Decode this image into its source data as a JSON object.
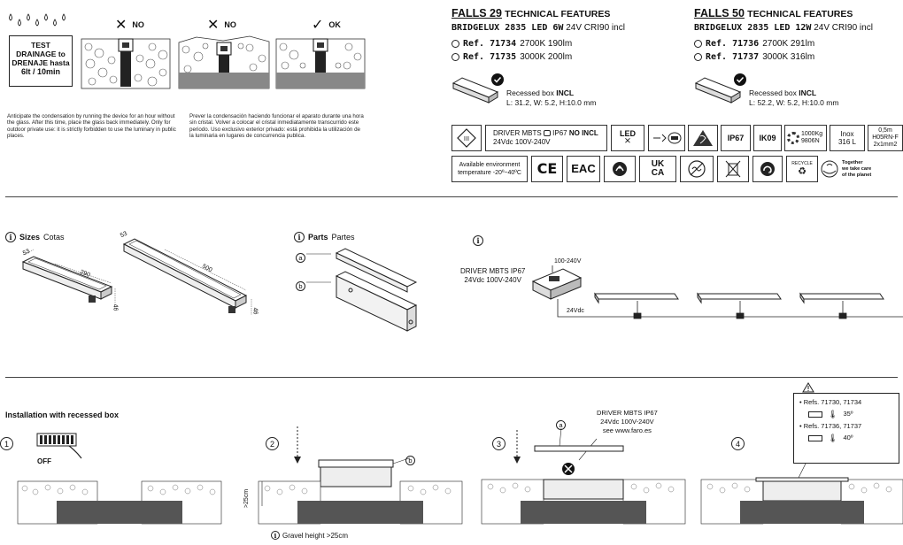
{
  "drainage": {
    "test_box": [
      "TEST",
      "DRAINAGE to",
      "DRENAJE hasta",
      "6lt / 10min"
    ],
    "no_label_1": "NO",
    "no_label_2": "NO",
    "ok_label": "OK",
    "note_en": "Anticipate the condensation by running the device for an hour without the glass. After this time, place the glass back immediately. Only for outdoor private use: it is strictly forbidden to use the luminary in public places.",
    "note_es": "Prever la condensación haciendo funcionar el aparato durante una hora sin cristal. Volver a colocar el cristal inmediatamente transcurrido este periodo. Uso exclusivo exterior privado: está prohibida la utilización de la luminaria en lugares de concurrencia publica."
  },
  "falls29": {
    "model": "FALLS 29",
    "title_suffix": "TECHNICAL FEATURES",
    "led_line_bold": "BRIDGELUX 2835 LED 6W",
    "led_line_rest": "24V CRI90 incl",
    "refs": [
      {
        "ref": "Ref. 71734",
        "spec": "2700K 190lm"
      },
      {
        "ref": "Ref. 71735",
        "spec": "3000K 200lm"
      }
    ],
    "box_label": "Recessed box",
    "box_incl": "INCL",
    "box_dims": "L: 31.2, W: 5.2, H:10.0 mm"
  },
  "falls50": {
    "model": "FALLS 50",
    "title_suffix": "TECHNICAL FEATURES",
    "led_line_bold": "BRIDGELUX 2835 LED 12W",
    "led_line_rest": "24V CRI90 incl",
    "refs": [
      {
        "ref": "Ref. 71736",
        "spec": "2700K 291lm"
      },
      {
        "ref": "Ref. 71737",
        "spec": "3000K 316lm"
      }
    ],
    "box_label": "Recessed box",
    "box_incl": "INCL",
    "box_dims": "L: 52.2, W: 5.2, H:10.0 mm"
  },
  "icons": {
    "driver_line1": "DRIVER MBTS",
    "driver_ip": "IP67",
    "driver_noincl": "NO INCL",
    "driver_line2": "24Vdc 100V-240V",
    "led": "LED",
    "ip": "IP67",
    "ik": "IK09",
    "load_top": "1000Kg",
    "load_bottom": "9806N",
    "inox_top": "Inox",
    "inox_bottom": "316 L",
    "cable_top": "0,5m",
    "cable_mid": "H05RN-F",
    "cable_bottom": "2x1mm2",
    "env_line1": "Available environment",
    "env_line2": "temperature -20º~40ºC",
    "ce": "CE",
    "eac": "EAC",
    "ukca_top": "UK",
    "ukca_bottom": "CA",
    "recycle": "RECYCLE",
    "planet": [
      "Together",
      "we take care",
      "of the planet"
    ]
  },
  "sizes": {
    "label_bold": "Sizes",
    "label_rest": "Cotas",
    "small_w": "53",
    "small_l": "290",
    "small_h": "46",
    "large_w": "53",
    "large_l": "500",
    "large_h": "46"
  },
  "parts": {
    "label_bold": "Parts",
    "label_rest": "Partes",
    "a": "a",
    "b": "b"
  },
  "wiring": {
    "driver_label": [
      "DRIVER MBTS IP67",
      "24Vdc 100V-240V"
    ],
    "mains": "100-240V",
    "dc": "24Vdc"
  },
  "install": {
    "title": "Installation with recessed box",
    "steps": [
      "1",
      "2",
      "3",
      "4"
    ],
    "off": "OFF",
    "b": "b",
    "a": "a",
    "height": ">25cm",
    "gravel": "Gravel height >25cm",
    "driver_note": [
      "DRIVER MBTS IP67",
      "24Vdc 100V-240V",
      "see www.faro.es"
    ],
    "driver_url": "www.faro.es",
    "callout_refs1": "Refs. 71730, 71734",
    "callout_deg1": "35º",
    "callout_refs2": "Refs. 71736, 71737",
    "callout_deg2": "40º"
  }
}
